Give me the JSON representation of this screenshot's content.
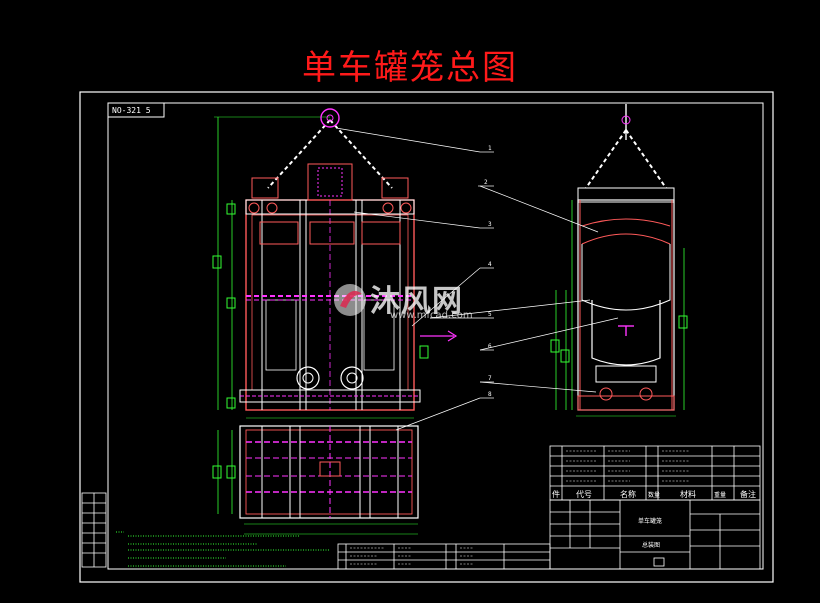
{
  "title": "单车罐笼总图",
  "sheet_code": "NO-321 5",
  "watermark": {
    "brand": "沐风网",
    "url": "www.mfcad.com"
  },
  "colors": {
    "frame": "#ffffff",
    "outline": "#ff5a5a",
    "hatch": "#ff33ff",
    "dim": "#33ff33",
    "leader": "#ffffff",
    "title": "#ff1a1a"
  },
  "callouts": [
    "1",
    "2",
    "3",
    "4",
    "5",
    "6",
    "7",
    "8"
  ],
  "bom_header": {
    "no": "件",
    "code": "代号",
    "name": "名称",
    "qty": "数量",
    "material": "材料",
    "weight": "重量",
    "remark": "备注"
  },
  "title_block": {
    "drawing_name": "单车罐笼",
    "sheet_label": "总装图"
  },
  "direction_arrow": "→"
}
